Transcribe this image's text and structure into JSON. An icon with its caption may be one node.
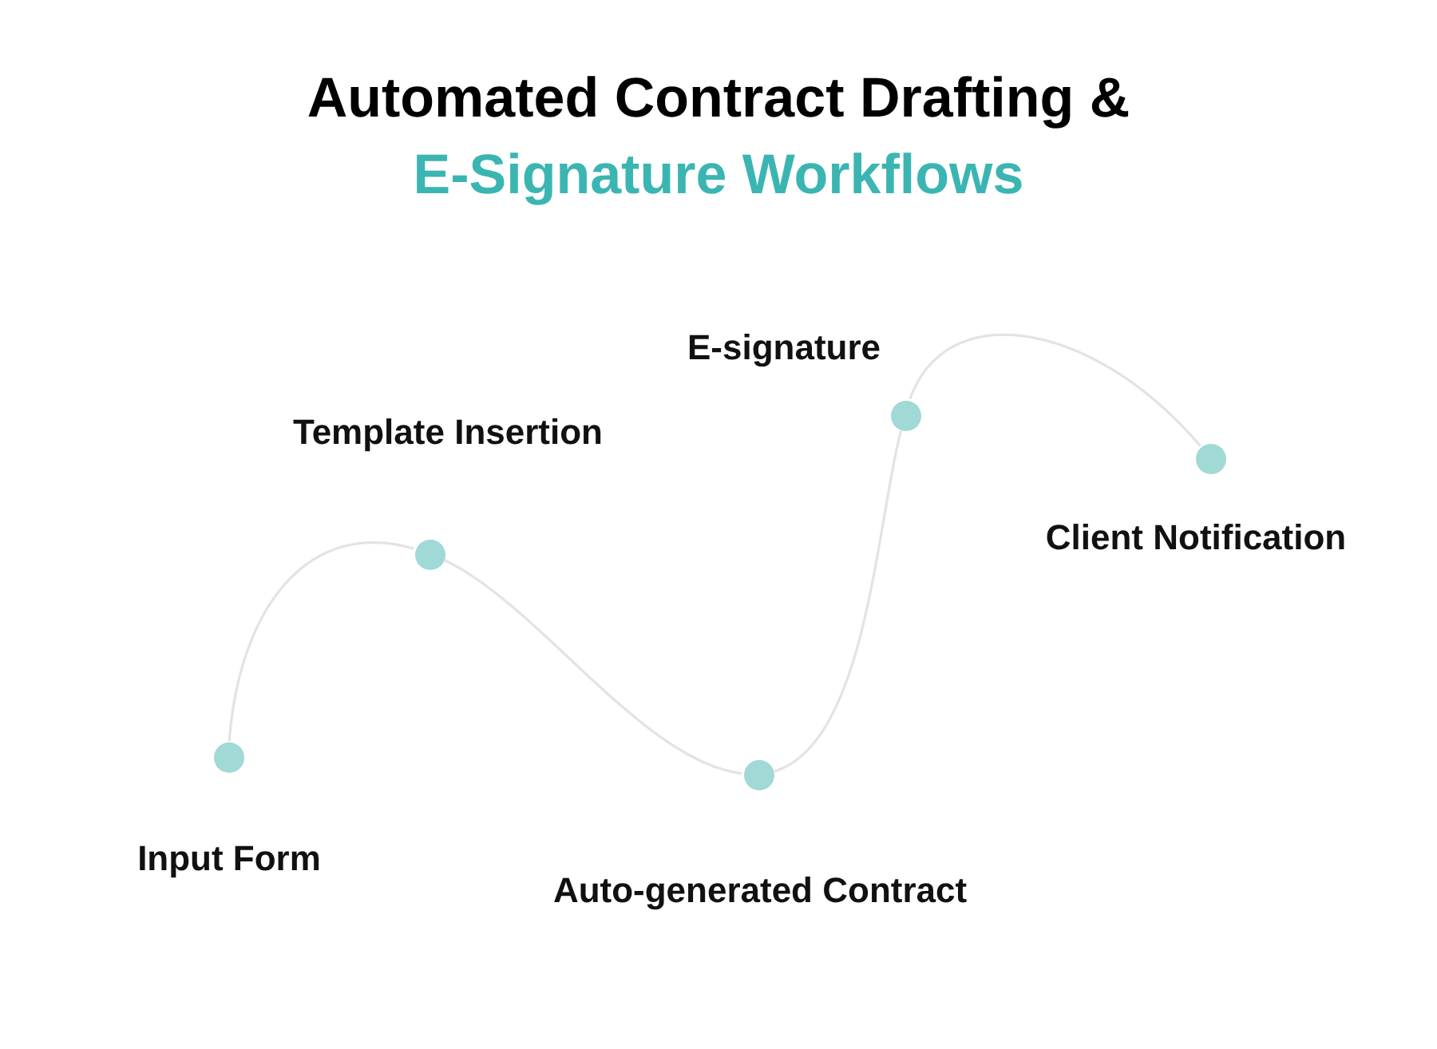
{
  "diagram": {
    "title": "Automated Contract Drafting & E-Signature Workflows",
    "nodes": [
      {
        "text": [],
        "shape": "circle",
        "beside": [
          "Input Form"
        ]
      },
      {
        "text": [],
        "shape": "circle",
        "beside": [
          "Template Insertion"
        ]
      },
      {
        "text": [],
        "shape": "circle",
        "beside": [
          "Auto-generated Contract"
        ]
      },
      {
        "text": [],
        "shape": "circle",
        "beside": [
          "E-signature"
        ]
      },
      {
        "text": [],
        "shape": "circle",
        "beside": [
          "Client Notification"
        ]
      }
    ],
    "edges": [
      {
        "from": 0,
        "to": 1,
        "arrow": "none"
      },
      {
        "from": 1,
        "to": 2,
        "arrow": "none"
      },
      {
        "from": 2,
        "to": 3,
        "arrow": "none"
      },
      {
        "from": 3,
        "to": 4,
        "arrow": "none"
      }
    ]
  }
}
